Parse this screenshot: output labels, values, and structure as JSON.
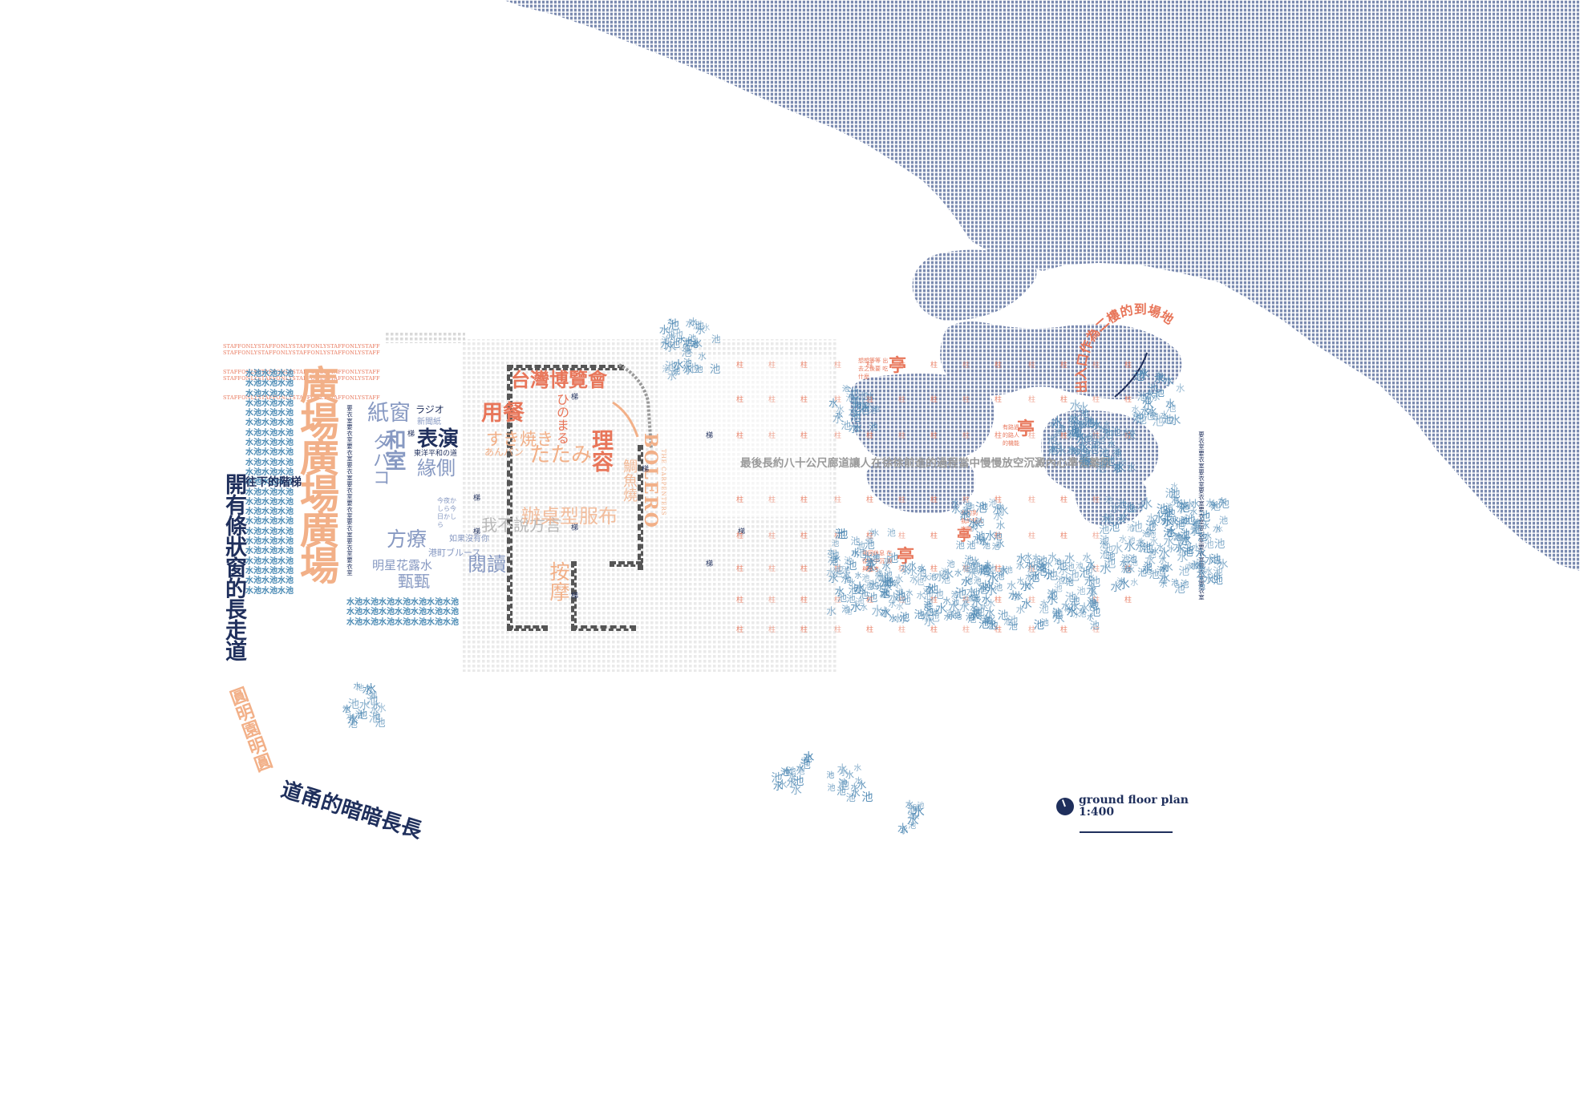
{
  "colors": {
    "navy": "#1f2f5c",
    "dot_blue": "#7b8bb0",
    "peach": "#f2b088",
    "coral": "#e8765a",
    "steel_blue": "#8799c2",
    "pool_blue": "#4f89b4",
    "grey": "#b9b9b9"
  },
  "legend": {
    "title": "ground floor plan",
    "scale": "1:400"
  },
  "corridor": {
    "main_text": "開有條狀窗的長走道",
    "stairs_down": "往下的階梯",
    "curve_text_a": "圓明園明圓",
    "curve_text_b": "道甬的暗暗長長"
  },
  "plaza": {
    "text": "廣場廣場廣場"
  },
  "pool": {
    "row": "水池水池水池水池水池水池水池水池水池水池",
    "unit": "水池水池水池",
    "staff_line": "STAFFONLYSTAFFONLYSTAFFONLYSTAFFONLYSTAFF"
  },
  "rooms": {
    "expo": "台灣博覽會",
    "dining": "用餐",
    "perform": "表演",
    "paper_window": "紙窗",
    "tatami_room": "和室",
    "toilet": "緣側",
    "radio": "ラジオ",
    "newspaper": "新聞紙",
    "tobacco": "タバコ",
    "tokyo_road": "東洋平和の道",
    "sukiyaki": "すき焼き",
    "anpan": "あんパン",
    "tatami": "たたみ",
    "barber": "理容",
    "bolero": "BOLERO",
    "carpenters": "THE CARPENTERS",
    "taiyaki": "鯛魚燒",
    "hinomaru": "ひのまる",
    "dialect": "我不說方言",
    "treatment": "方療",
    "reading": "閱讀",
    "massage": "按摩",
    "floral_water": "明星花露水",
    "porcelain": "甄甄",
    "blues": "港町ブルース",
    "clothes": "辦桌型服布",
    "lullaby": "今夜か しら今 日かしら",
    "if_no": "如果沒有你",
    "ladder": "梯"
  },
  "pavilion": {
    "pillar": "柱",
    "pavilion": "亭",
    "long_corridor": "最後長約八十公尺廊道讓人在徐徐前進的過程當中慢慢放空沉澱內心準備離開",
    "note_1": "想想等等 出去之後要 吃什麼",
    "note_2": "有路過 的路人 的機能",
    "note_3": "有的到 我的個人 空間",
    "note_4": "我回休息 在徐徐中沉 澱與思考",
    "arc_text": "出入口作為二樓的到場地",
    "side_column": "要衣室要衣室要衣室要衣室要衣室要衣室要衣室要衣室要衣室"
  }
}
